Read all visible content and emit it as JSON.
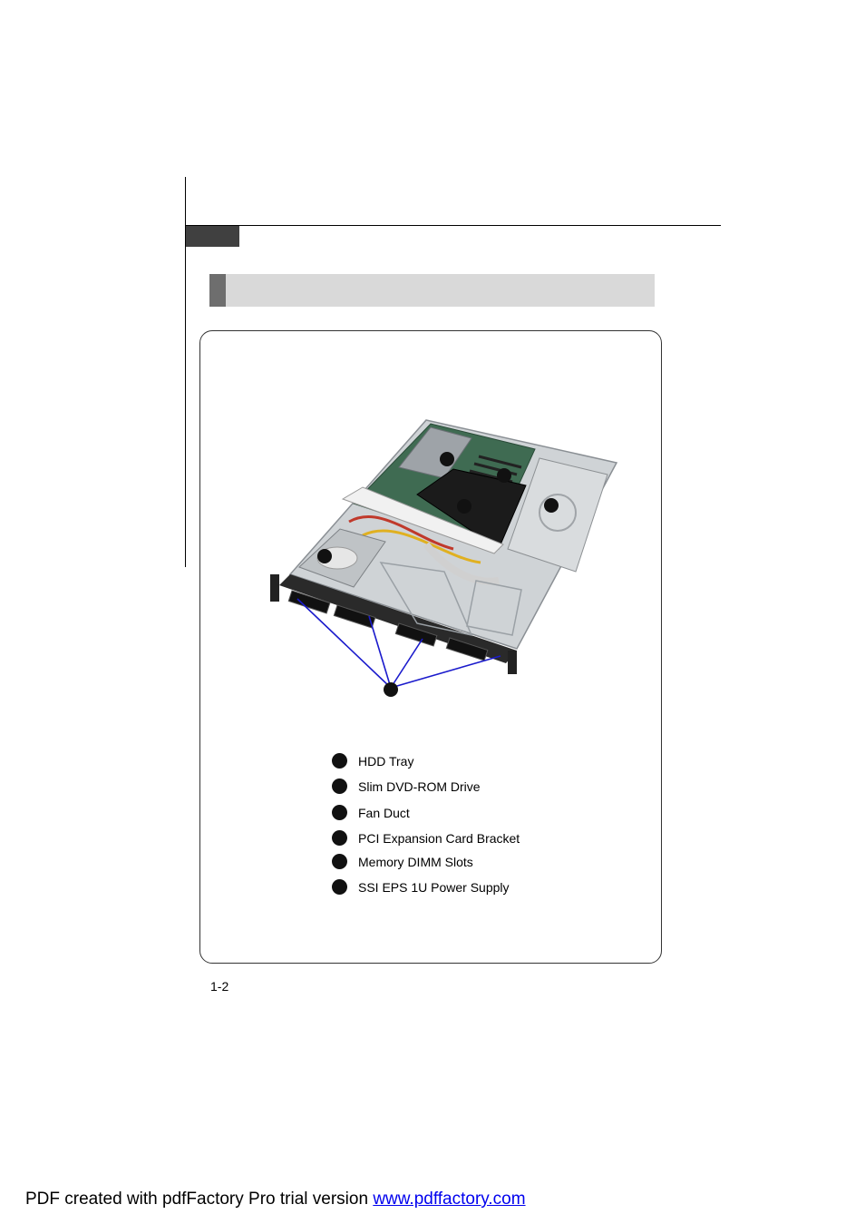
{
  "legend": {
    "items": [
      {
        "label": "HDD Tray"
      },
      {
        "label": "Slim DVD-ROM Drive"
      },
      {
        "label": "Fan Duct"
      },
      {
        "label": "PCI Expansion Card Bracket"
      },
      {
        "label": "Memory DIMM Slots"
      },
      {
        "label": "SSI  EPS 1U Power Supply"
      }
    ]
  },
  "page_number": "1-2",
  "footer": {
    "text": "PDF created with pdfFactory Pro trial version ",
    "link_text": "www.pdffactory.com"
  },
  "colors": {
    "callout_line": "#1a1acc",
    "marker": "#111111",
    "link": "#0000ee"
  }
}
